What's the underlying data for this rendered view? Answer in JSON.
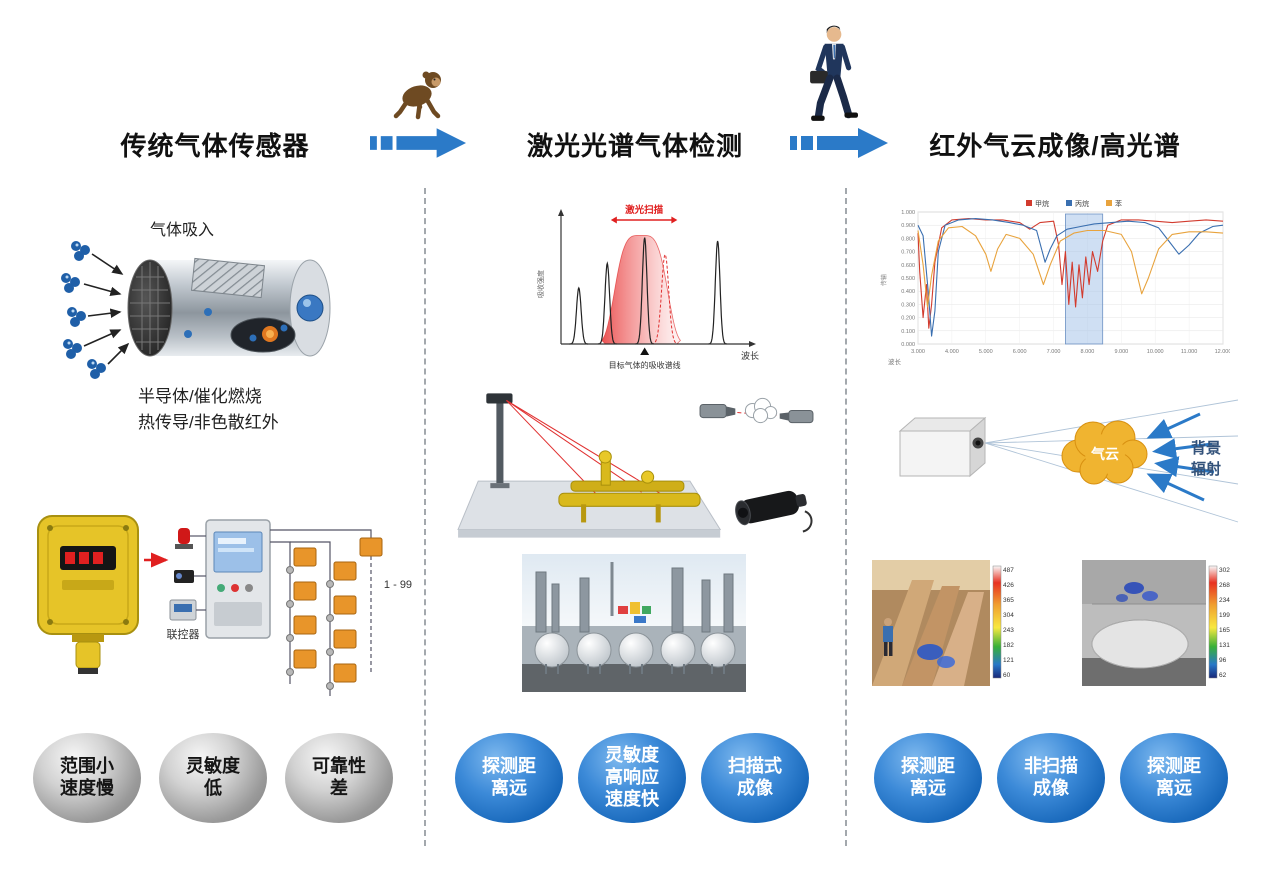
{
  "colors": {
    "accent_blue": "#2b7ac8",
    "laser_red": "#e02020",
    "badge_blue_dark": "#0d4f96",
    "badge_gray_dark": "#7c7c7c",
    "series_methane": "#d23b2e",
    "series_propane": "#3a6fb0",
    "series_benzene": "#e8a33d"
  },
  "header": {
    "stage1_title": "传统气体传感器",
    "stage2_title": "激光光谱气体检测",
    "stage3_title": "红外气云成像/高光谱"
  },
  "col1": {
    "gas_intake_label": "气体吸入",
    "tech_label": "半导体/催化燃烧\n热传导/非色散红外",
    "controller_label": "联控器",
    "range_label": "1 - 99",
    "badges": [
      {
        "label": "范围小\n速度慢"
      },
      {
        "label": "灵敏度\n低"
      },
      {
        "label": "可靠性\n差"
      }
    ]
  },
  "col2": {
    "badges": [
      {
        "label": "探测距\n离远"
      },
      {
        "label": "灵敏度\n高响应\n速度快"
      },
      {
        "label": "扫描式\n成像"
      }
    ]
  },
  "col3": {
    "cloud_label": "气云",
    "radiation_label": "背景\n辐射",
    "thermal_left_scale": [
      "487",
      "426",
      "365",
      "304",
      "243",
      "182",
      "121",
      "60"
    ],
    "thermal_right_scale": [
      "302",
      "268",
      "234",
      "199",
      "165",
      "131",
      "96",
      "62"
    ],
    "badges": [
      {
        "label": "探测距\n离远"
      },
      {
        "label": "非扫描\n成像"
      },
      {
        "label": "探测距\n离远"
      }
    ]
  },
  "chart_data": [
    {
      "id": "laser_absorption",
      "type": "line",
      "title": "",
      "xlabel": "波长",
      "ylabel": "吸收强度",
      "scan_label": "激光扫描",
      "target_label": "目标气体的吸收谱线",
      "description": "Gas absorption spectrum: narrow absorption peaks vs wavelength; red shaded band = laser scanning range over the target gas absorption line",
      "peaks": [
        {
          "x": 0.1,
          "h": 0.5
        },
        {
          "x": 0.26,
          "h": 0.72
        },
        {
          "x": 0.47,
          "h": 0.95,
          "target": true
        },
        {
          "x": 0.88,
          "h": 0.92
        }
      ],
      "dashed_peak": {
        "x": 0.585,
        "h": 0.8
      },
      "scan_band": {
        "x0": 0.28,
        "x1": 0.62,
        "height": 0.97
      }
    },
    {
      "id": "ir_transmission",
      "type": "line",
      "title": "",
      "xlabel": "波长",
      "ylabel": "传输",
      "x_range": [
        3,
        12
      ],
      "y_range": [
        0,
        1
      ],
      "x_ticks": [
        "3.000",
        "4.000",
        "5.000",
        "6.000",
        "7.000",
        "8.000",
        "9.000",
        "10.000",
        "11.000",
        "12.000"
      ],
      "y_ticks": [
        "0.000",
        "0.100",
        "0.200",
        "0.300",
        "0.400",
        "0.500",
        "0.600",
        "0.700",
        "0.800",
        "0.900",
        "1.000"
      ],
      "grid": true,
      "legend_position": "top",
      "band": {
        "x0": 7.35,
        "x1": 8.45
      },
      "series": [
        {
          "name": "甲烷",
          "color": "#d23b2e",
          "points": [
            [
              3.0,
              0.84
            ],
            [
              3.05,
              0.55
            ],
            [
              3.15,
              0.2
            ],
            [
              3.25,
              0.45
            ],
            [
              3.32,
              0.12
            ],
            [
              3.4,
              0.3
            ],
            [
              3.5,
              0.62
            ],
            [
              3.7,
              0.88
            ],
            [
              4.0,
              0.94
            ],
            [
              4.5,
              0.95
            ],
            [
              5.0,
              0.94
            ],
            [
              5.5,
              0.94
            ],
            [
              6.0,
              0.92
            ],
            [
              6.3,
              0.87
            ],
            [
              6.6,
              0.92
            ],
            [
              7.0,
              0.93
            ],
            [
              7.15,
              0.75
            ],
            [
              7.25,
              0.45
            ],
            [
              7.35,
              0.7
            ],
            [
              7.45,
              0.3
            ],
            [
              7.55,
              0.62
            ],
            [
              7.65,
              0.28
            ],
            [
              7.75,
              0.6
            ],
            [
              7.85,
              0.35
            ],
            [
              7.95,
              0.66
            ],
            [
              8.05,
              0.45
            ],
            [
              8.15,
              0.7
            ],
            [
              8.3,
              0.55
            ],
            [
              8.45,
              0.78
            ],
            [
              8.6,
              0.9
            ],
            [
              9.0,
              0.94
            ],
            [
              9.5,
              0.94
            ],
            [
              10.0,
              0.93
            ],
            [
              10.5,
              0.92
            ],
            [
              11.0,
              0.93
            ],
            [
              11.5,
              0.94
            ],
            [
              12.0,
              0.93
            ]
          ]
        },
        {
          "name": "丙烷",
          "color": "#3a6fb0",
          "points": [
            [
              3.0,
              0.9
            ],
            [
              3.15,
              0.82
            ],
            [
              3.3,
              0.4
            ],
            [
              3.4,
              0.06
            ],
            [
              3.5,
              0.25
            ],
            [
              3.6,
              0.7
            ],
            [
              3.8,
              0.9
            ],
            [
              4.2,
              0.94
            ],
            [
              4.7,
              0.95
            ],
            [
              5.2,
              0.94
            ],
            [
              5.7,
              0.92
            ],
            [
              6.1,
              0.9
            ],
            [
              6.5,
              0.86
            ],
            [
              6.75,
              0.62
            ],
            [
              6.9,
              0.72
            ],
            [
              7.1,
              0.82
            ],
            [
              7.4,
              0.87
            ],
            [
              7.8,
              0.89
            ],
            [
              8.2,
              0.91
            ],
            [
              8.7,
              0.92
            ],
            [
              9.2,
              0.93
            ],
            [
              9.7,
              0.92
            ],
            [
              10.1,
              0.88
            ],
            [
              10.4,
              0.78
            ],
            [
              10.7,
              0.68
            ],
            [
              11.0,
              0.75
            ],
            [
              11.3,
              0.84
            ],
            [
              11.7,
              0.89
            ],
            [
              12.0,
              0.9
            ]
          ]
        },
        {
          "name": "苯",
          "color": "#e8a33d",
          "points": [
            [
              3.0,
              0.86
            ],
            [
              3.15,
              0.6
            ],
            [
              3.28,
              0.28
            ],
            [
              3.4,
              0.52
            ],
            [
              3.6,
              0.78
            ],
            [
              3.9,
              0.88
            ],
            [
              4.3,
              0.89
            ],
            [
              4.7,
              0.82
            ],
            [
              5.0,
              0.68
            ],
            [
              5.15,
              0.55
            ],
            [
              5.35,
              0.72
            ],
            [
              5.6,
              0.83
            ],
            [
              6.0,
              0.8
            ],
            [
              6.4,
              0.68
            ],
            [
              6.7,
              0.45
            ],
            [
              6.9,
              0.6
            ],
            [
              7.2,
              0.78
            ],
            [
              7.6,
              0.84
            ],
            [
              8.0,
              0.86
            ],
            [
              8.5,
              0.86
            ],
            [
              9.0,
              0.83
            ],
            [
              9.3,
              0.7
            ],
            [
              9.6,
              0.38
            ],
            [
              9.8,
              0.5
            ],
            [
              10.1,
              0.72
            ],
            [
              10.5,
              0.83
            ],
            [
              11.0,
              0.85
            ],
            [
              11.5,
              0.85
            ],
            [
              12.0,
              0.84
            ]
          ]
        }
      ]
    }
  ]
}
